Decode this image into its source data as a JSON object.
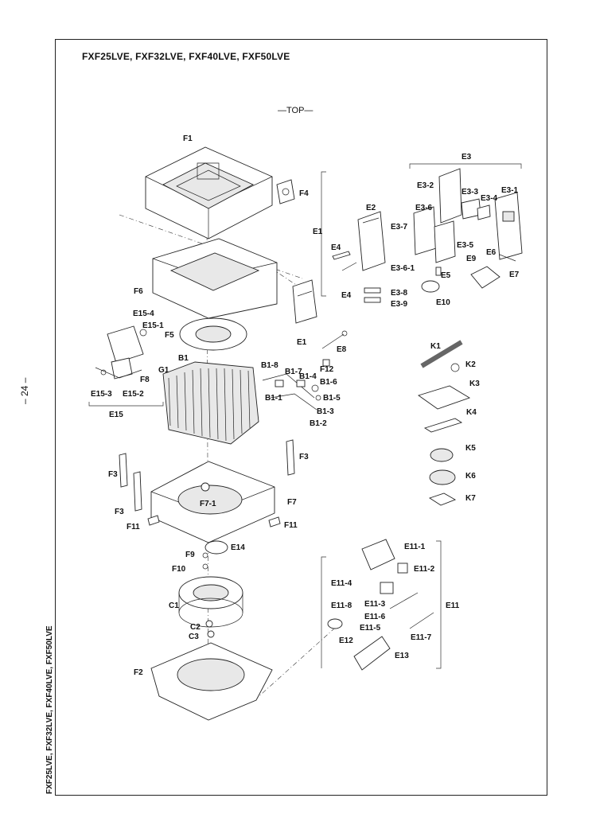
{
  "title": "FXF25LVE, FXF32LVE, FXF40LVE, FXF50LVE",
  "page_number": "– 24 –",
  "sidebar_models": "FXF25LVE, FXF32LVE, FXF40LVE, FXF50LVE",
  "top_label": "—TOP—",
  "labels": {
    "F1": "F1",
    "F4": "F4",
    "F6": "F6",
    "F5": "F5",
    "E15_4": "E15-4",
    "E15_1": "E15-1",
    "E15_3": "E15-3",
    "E15_2": "E15-2",
    "E15": "E15",
    "F8": "F8",
    "G1": "G1",
    "B1": "B1",
    "B1_8": "B1-8",
    "B1_7": "B1-7",
    "B1_4": "B1-4",
    "B1_6": "B1-6",
    "B1_5": "B1-5",
    "B1_1": "B1-1",
    "B1_3": "B1-3",
    "B1_2": "B1-2",
    "F12": "F12",
    "E8": "E8",
    "E1_top": "E1",
    "E1_bottom": "E1",
    "E4_a": "E4",
    "E4_b": "E4",
    "E2": "E2",
    "E3": "E3",
    "E3_2": "E3-2",
    "E3_3": "E3-3",
    "E3_4": "E3-4",
    "E3_1": "E3-1",
    "E3_6": "E3-6",
    "E3_7": "E3-7",
    "E3_5": "E3-5",
    "E3_6_1": "E3-6-1",
    "E3_8": "E3-8",
    "E3_9": "E3-9",
    "E6": "E6",
    "E7": "E7",
    "E9": "E9",
    "E5": "E5",
    "E10": "E10",
    "K1": "K1",
    "K2": "K2",
    "K3": "K3",
    "K4": "K4",
    "K5": "K5",
    "K6": "K6",
    "K7": "K7",
    "F3_right": "F3",
    "F3_left": "F3",
    "F3_lower": "F3",
    "F7_1": "F7-1",
    "F7": "F7",
    "F11_left": "F11",
    "F11_right": "F11",
    "F9": "F9",
    "E14": "E14",
    "F10": "F10",
    "C1": "C1",
    "C2": "C2",
    "C3": "C3",
    "F2": "F2",
    "E11_1": "E11-1",
    "E11_2": "E11-2",
    "E11_4": "E11-4",
    "E11_3": "E11-3",
    "E11_8": "E11-8",
    "E11_6": "E11-6",
    "E11_5": "E11-5",
    "E11_7": "E11-7",
    "E11": "E11",
    "E12": "E12",
    "E13": "E13"
  }
}
